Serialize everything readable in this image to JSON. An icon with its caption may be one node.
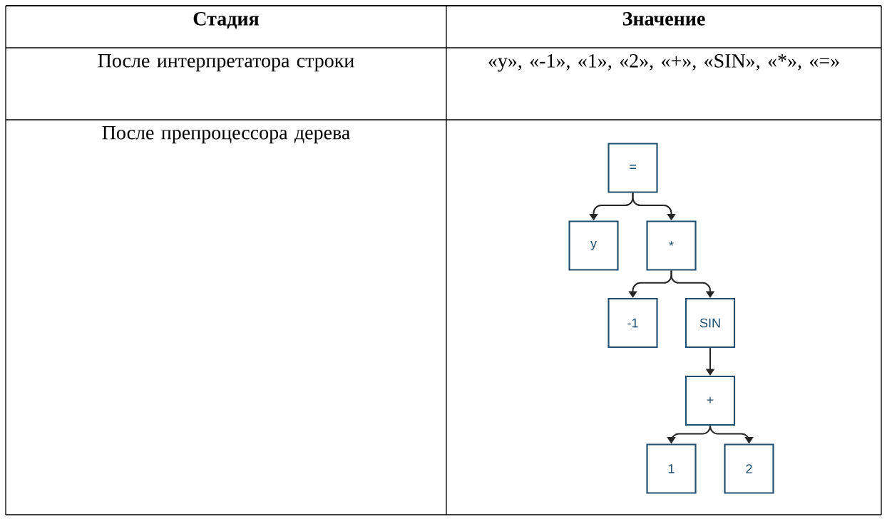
{
  "diagram": {
    "nodes": [
      {
        "text": [
          "="
        ]
      },
      {
        "text": [
          "y"
        ]
      },
      {
        "text": [
          "*"
        ]
      },
      {
        "text": [
          "-1"
        ]
      },
      {
        "text": [
          "SIN"
        ]
      },
      {
        "text": [
          "+"
        ]
      },
      {
        "text": [
          "1"
        ]
      },
      {
        "text": [
          "2"
        ]
      }
    ],
    "edges": [
      {
        "from": 0,
        "to": 1,
        "arrow": "to"
      },
      {
        "from": 0,
        "to": 2,
        "arrow": "to"
      },
      {
        "from": 2,
        "to": 3,
        "arrow": "to"
      },
      {
        "from": 2,
        "to": 4,
        "arrow": "to"
      },
      {
        "from": 4,
        "to": 5,
        "arrow": "to"
      },
      {
        "from": 5,
        "to": 6,
        "arrow": "to"
      },
      {
        "from": 5,
        "to": 7,
        "arrow": "to"
      }
    ],
    "labels": [
      "Стадия",
      "Значение",
      "После интерпретатора строки",
      "«y», «-1», «1», «2», «+», «SIN», «*», «=»",
      "После препроцессора дерева"
    ]
  }
}
